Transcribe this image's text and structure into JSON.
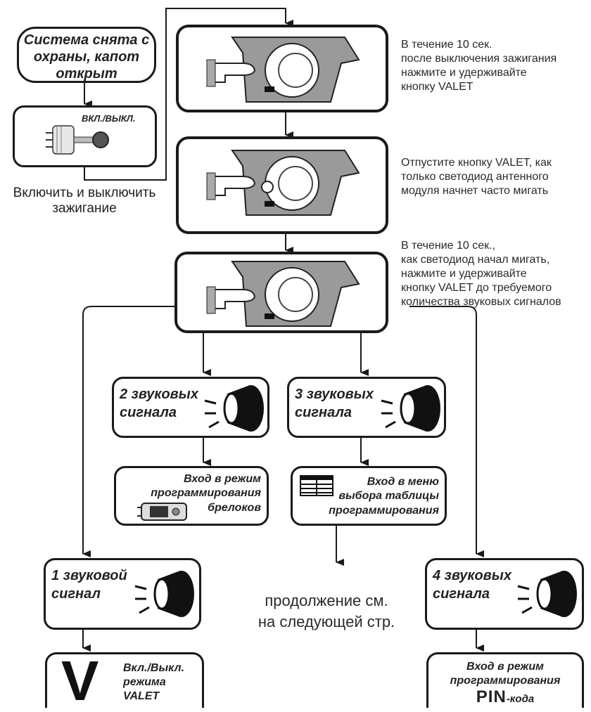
{
  "start": {
    "l1": "Система снята с",
    "l2": "охраны, капот",
    "l3": "открыт"
  },
  "ignition": {
    "label": "ВКЛ./ВЫКЛ.",
    "caption_l1": "Включить и выключить",
    "caption_l2": "зажигание"
  },
  "step1": {
    "l1": "В течение 10 сек.",
    "l2": "после выключения зажигания",
    "l3": "нажмите и удерживайте",
    "l4": "кнопку VALET"
  },
  "step2": {
    "l1": "Отпустите кнопку VALET, как",
    "l2": "только светодиод антенного",
    "l3": "модуля начнет часто мигать"
  },
  "step3": {
    "l1": "В течение 10 сек.,",
    "l2": "как светодиод начал мигать,",
    "l3": "нажмите и удерживайте",
    "l4": "кнопку  VALET до требуемого",
    "l5": "количества звуковых сигналов"
  },
  "sig2": {
    "l1": "2 звуковых",
    "l2": "сигнала"
  },
  "sig3": {
    "l1": "3 звуковых",
    "l2": "сигнала"
  },
  "sig1": {
    "l1": "1 звуковой",
    "l2": "сигнал"
  },
  "sig4": {
    "l1": "4 звуковых",
    "l2": "сигнала"
  },
  "res2": {
    "l1": "Вход в режим",
    "l2": "программирования",
    "l3": "брелоков"
  },
  "res3": {
    "l1": "Вход  в меню",
    "l2": "выбора таблицы",
    "l3": "программирования"
  },
  "res1": {
    "letter": "V",
    "l1": "Вкл./Выкл.",
    "l2": "режима",
    "l3": "VALET"
  },
  "res4": {
    "l1": "Вход в режим",
    "l2": "программирования",
    "pin": "PIN",
    "suffix": "-кода"
  },
  "cont": {
    "l1": "продолжение см.",
    "l2": "на следующей стр."
  }
}
